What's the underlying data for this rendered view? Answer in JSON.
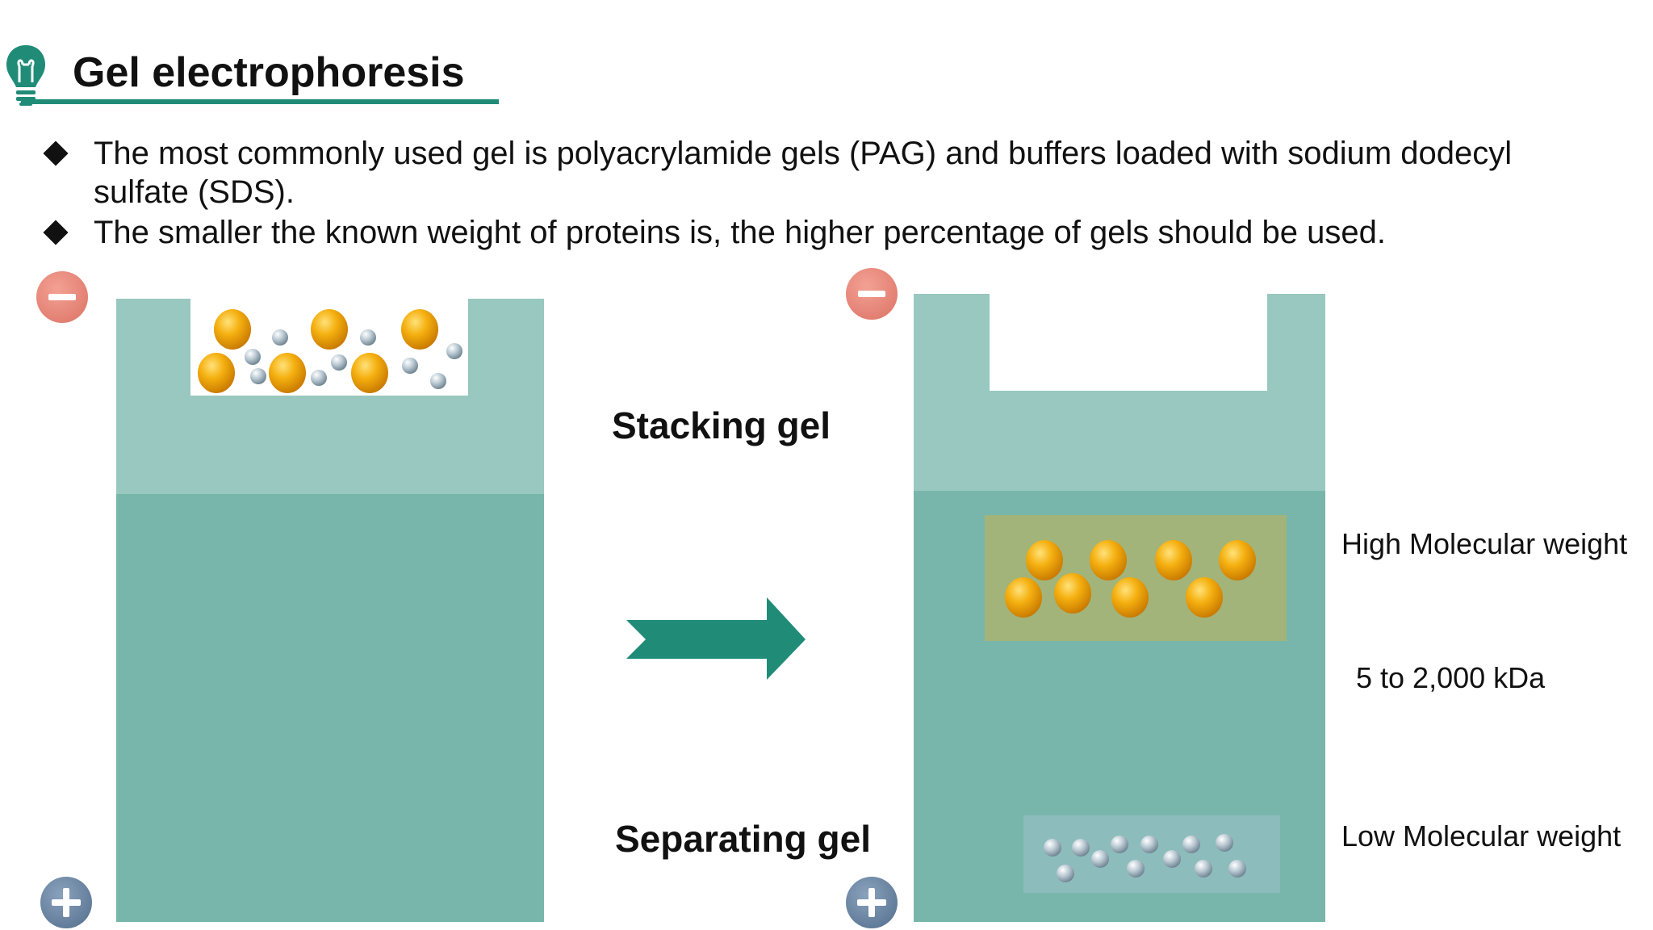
{
  "slide": {
    "title": "Gel electrophoresis",
    "bullets": [
      "The most commonly used gel is polyacrylamide gels (PAG) and buffers loaded with sodium dodecyl sulfate (SDS).",
      "The smaller the known weight of proteins is, the higher percentage of gels should be used."
    ]
  },
  "diagram": {
    "stacking_label": "Stacking gel",
    "separating_label": "Separating gel",
    "high_mw_label": "High Molecular weight",
    "range_label": "5 to 2,000 kDa",
    "low_mw_label": "Low Molecular weight",
    "negative_symbol": "−",
    "positive_symbol": "+"
  },
  "colors": {
    "accent": "#208c78",
    "stacking_gel": "#98c8bf",
    "separating_gel": "#78b6ab",
    "high_band": "#a2b47a",
    "low_band": "#8cbcbc",
    "negative_electrode": "#ec8d80",
    "positive_electrode": "#6e8aa8",
    "large_protein": "#f3a60c",
    "small_protein": "#a9b9c4"
  },
  "icons": {
    "bulb": "lightbulb-icon",
    "arrow": "right-arrow-icon",
    "minus": "minus-electrode-icon",
    "plus": "plus-electrode-icon"
  }
}
